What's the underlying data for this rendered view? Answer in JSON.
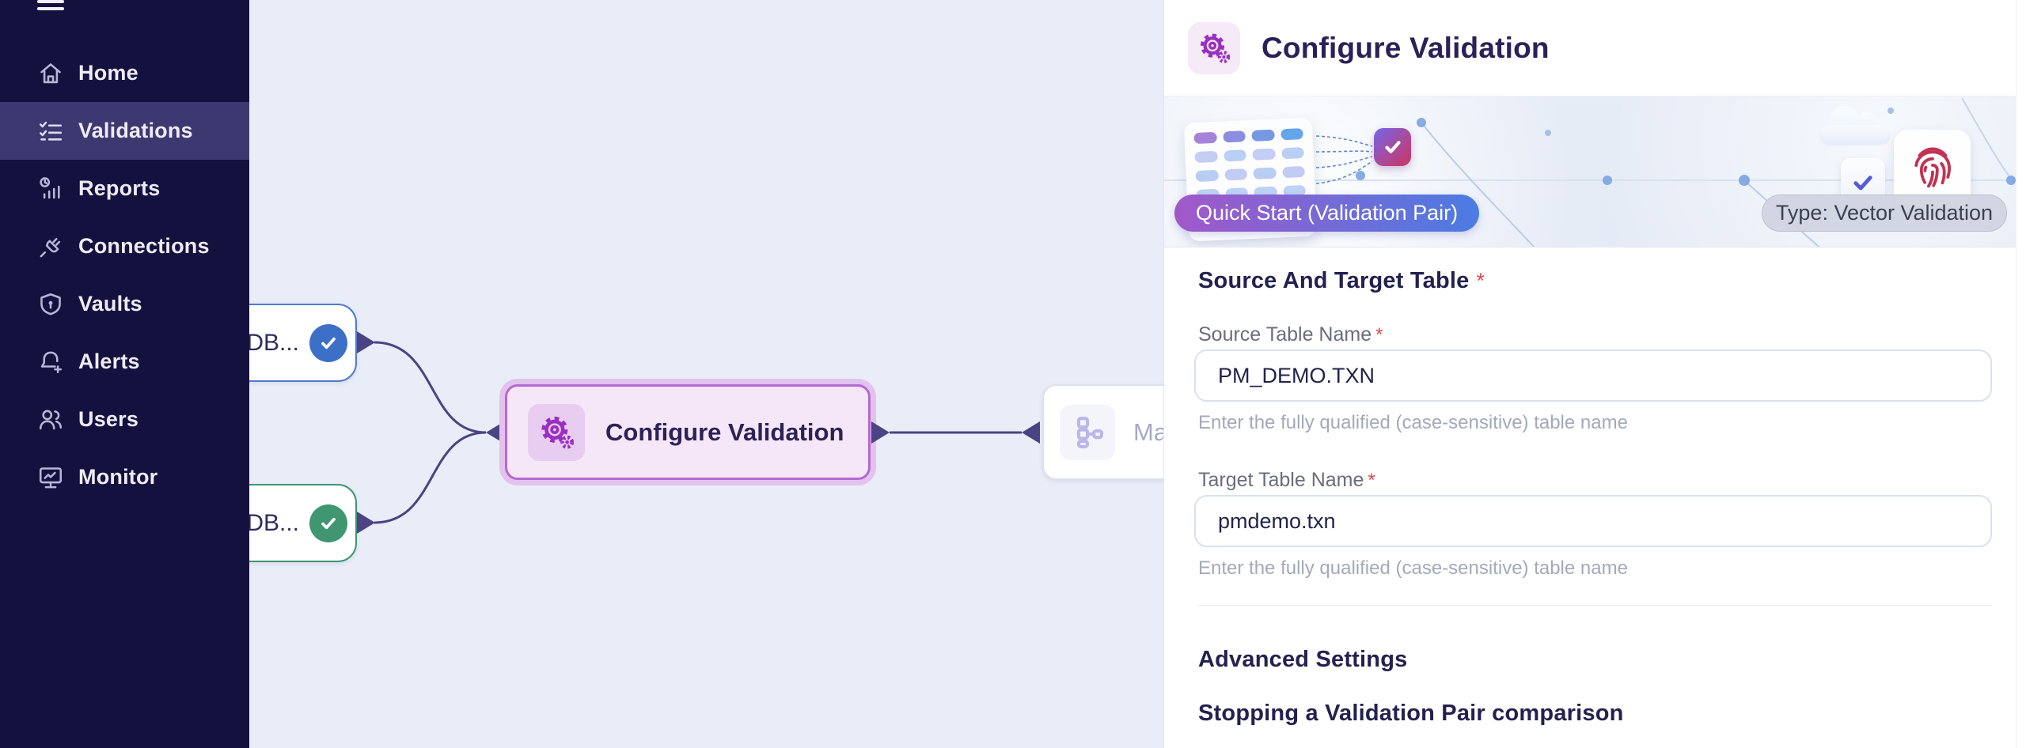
{
  "sidebar": {
    "items": [
      {
        "label": "Home",
        "icon": "home-icon",
        "active": false
      },
      {
        "label": "Validations",
        "icon": "validations-icon",
        "active": true
      },
      {
        "label": "Reports",
        "icon": "reports-icon",
        "active": false
      },
      {
        "label": "Connections",
        "icon": "connections-icon",
        "active": false
      },
      {
        "label": "Vaults",
        "icon": "vaults-icon",
        "active": false
      },
      {
        "label": "Alerts",
        "icon": "alerts-icon",
        "active": false
      },
      {
        "label": "Users",
        "icon": "users-icon",
        "active": false
      },
      {
        "label": "Monitor",
        "icon": "monitor-icon",
        "active": false
      }
    ]
  },
  "canvas": {
    "nodes": {
      "source": {
        "label": "sDB...",
        "status": "complete",
        "badge_color": "#3C70C6"
      },
      "target": {
        "label": "sDB...",
        "status": "complete",
        "badge_color": "#3F9671"
      },
      "configure": {
        "label": "Configure Validation",
        "selected": true
      },
      "mapping": {
        "label": "Ma..."
      }
    }
  },
  "panel": {
    "title": "Configure Validation",
    "banner": {
      "quick_start": "Quick Start (Validation Pair)",
      "type": "Type: Vector Validation"
    },
    "form": {
      "section_title": "Source And Target Table",
      "required": "*",
      "fields": [
        {
          "label": "Source Table Name",
          "value": "PM_DEMO.TXN",
          "helper": "Enter the fully qualified (case-sensitive) table name"
        },
        {
          "label": "Target Table Name",
          "value": "pmdemo.txn",
          "helper": "Enter the fully qualified (case-sensitive) table name"
        }
      ],
      "advanced_title": "Advanced Settings",
      "stopping_title": "Stopping a Validation Pair comparison"
    }
  },
  "colors": {
    "sidebar_bg": "#15113F",
    "sidebar_active": "#3E3870",
    "canvas_bg": "#E9EDF8",
    "accent_purple": "#9A2FC0",
    "selected_node_border": "#B469CF",
    "edge": "#4B4383",
    "badge_blue": "#3C70C6",
    "badge_green": "#3F9671",
    "quick_start_gradient": [
      "#A158C9",
      "#4B7CE2"
    ],
    "required_red": "#D94A50",
    "fingerprint_red": "#C23253"
  }
}
